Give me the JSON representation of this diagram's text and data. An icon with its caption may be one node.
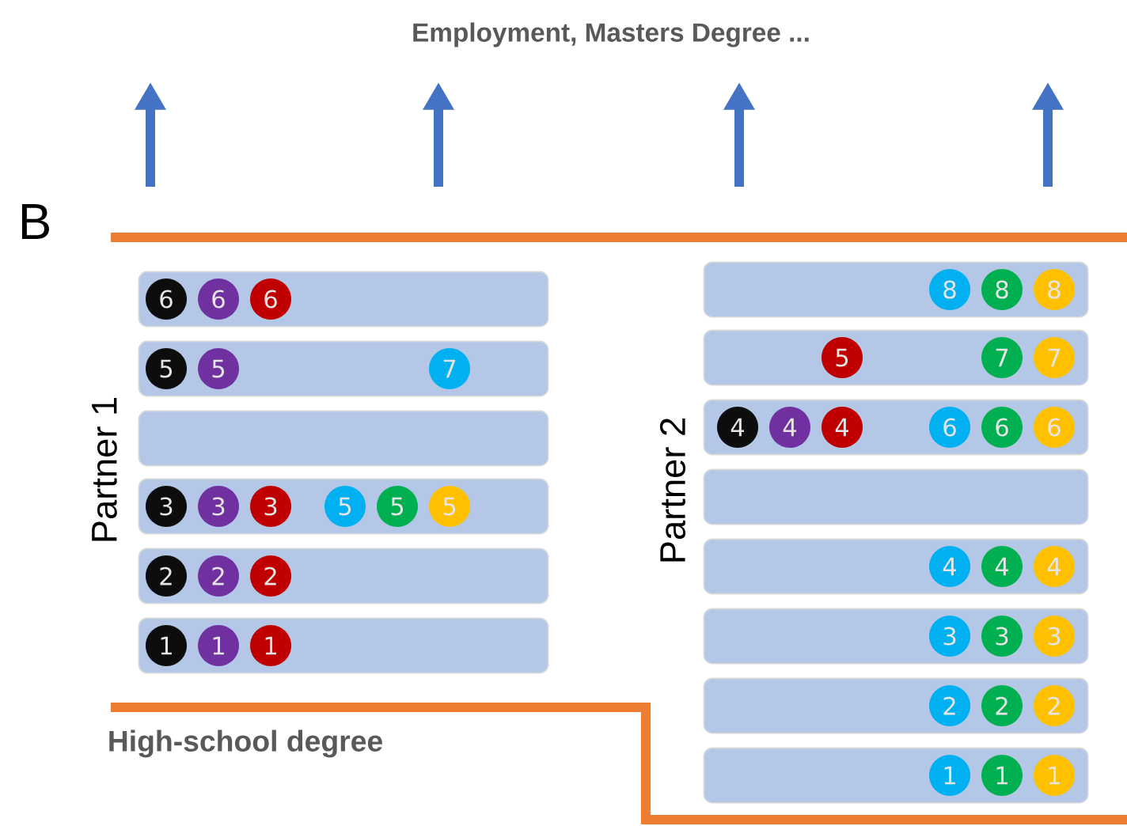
{
  "diagram": {
    "nodes": [
      {
        "text": [],
        "shape": "box"
      },
      {
        "text": [
          "6"
        ],
        "in": 0
      },
      {
        "text": [
          "6"
        ],
        "in": 0
      },
      {
        "text": [
          "6"
        ],
        "in": 0
      },
      {
        "text": [],
        "shape": "box"
      },
      {
        "text": [
          "5"
        ],
        "in": 4
      },
      {
        "text": [
          "5"
        ],
        "in": 4
      },
      {
        "text": [
          "7"
        ],
        "in": 4
      },
      {
        "text": [],
        "shape": "box"
      },
      {
        "text": [],
        "shape": "box"
      },
      {
        "text": [
          "3"
        ],
        "in": 9
      },
      {
        "text": [
          "3"
        ],
        "in": 9
      },
      {
        "text": [
          "3"
        ],
        "in": 9
      },
      {
        "text": [
          "5"
        ],
        "in": 9
      },
      {
        "text": [
          "5"
        ],
        "in": 9
      },
      {
        "text": [
          "5"
        ],
        "in": 9
      },
      {
        "text": [],
        "shape": "box"
      },
      {
        "text": [
          "2"
        ],
        "in": 16
      },
      {
        "text": [
          "2"
        ],
        "in": 16
      },
      {
        "text": [
          "2"
        ],
        "in": 16
      },
      {
        "text": [],
        "shape": "box"
      },
      {
        "text": [
          "1"
        ],
        "in": 20
      },
      {
        "text": [
          "1"
        ],
        "in": 20
      },
      {
        "text": [
          "1"
        ],
        "in": 20
      },
      {
        "text": [],
        "shape": "box"
      },
      {
        "text": [
          "8"
        ],
        "in": 24
      },
      {
        "text": [
          "8"
        ],
        "in": 24
      },
      {
        "text": [
          "8"
        ],
        "in": 24
      },
      {
        "text": [],
        "shape": "box"
      },
      {
        "text": [
          "5"
        ],
        "in": 28
      },
      {
        "text": [
          "7"
        ],
        "in": 28
      },
      {
        "text": [
          "7"
        ],
        "in": 28
      },
      {
        "text": [],
        "shape": "box"
      },
      {
        "text": [
          "4"
        ],
        "in": 32
      },
      {
        "text": [
          "4"
        ],
        "in": 32
      },
      {
        "text": [
          "4"
        ],
        "in": 32
      },
      {
        "text": [
          "6"
        ],
        "in": 32
      },
      {
        "text": [
          "6"
        ],
        "in": 32
      },
      {
        "text": [
          "6"
        ],
        "in": 32
      },
      {
        "text": [],
        "shape": "box"
      },
      {
        "text": [],
        "shape": "box"
      },
      {
        "text": [
          "4"
        ],
        "in": 40
      },
      {
        "text": [
          "4"
        ],
        "in": 40
      },
      {
        "text": [
          "4"
        ],
        "in": 40
      },
      {
        "text": [],
        "shape": "box"
      },
      {
        "text": [
          "3"
        ],
        "in": 44
      },
      {
        "text": [
          "3"
        ],
        "in": 44
      },
      {
        "text": [
          "3"
        ],
        "in": 44
      },
      {
        "text": [],
        "shape": "box"
      },
      {
        "text": [
          "2"
        ],
        "in": 48
      },
      {
        "text": [
          "2"
        ],
        "in": 48
      },
      {
        "text": [
          "2"
        ],
        "in": 48
      },
      {
        "text": [],
        "shape": "box"
      },
      {
        "text": [
          "1"
        ],
        "in": 52
      },
      {
        "text": [
          "1"
        ],
        "in": 52
      },
      {
        "text": [
          "1"
        ],
        "in": 52
      }
    ],
    "labels": [
      "Employment, Masters Degree ...",
      "B",
      "Partner 1",
      "Partner 2",
      "High-school degree"
    ]
  }
}
